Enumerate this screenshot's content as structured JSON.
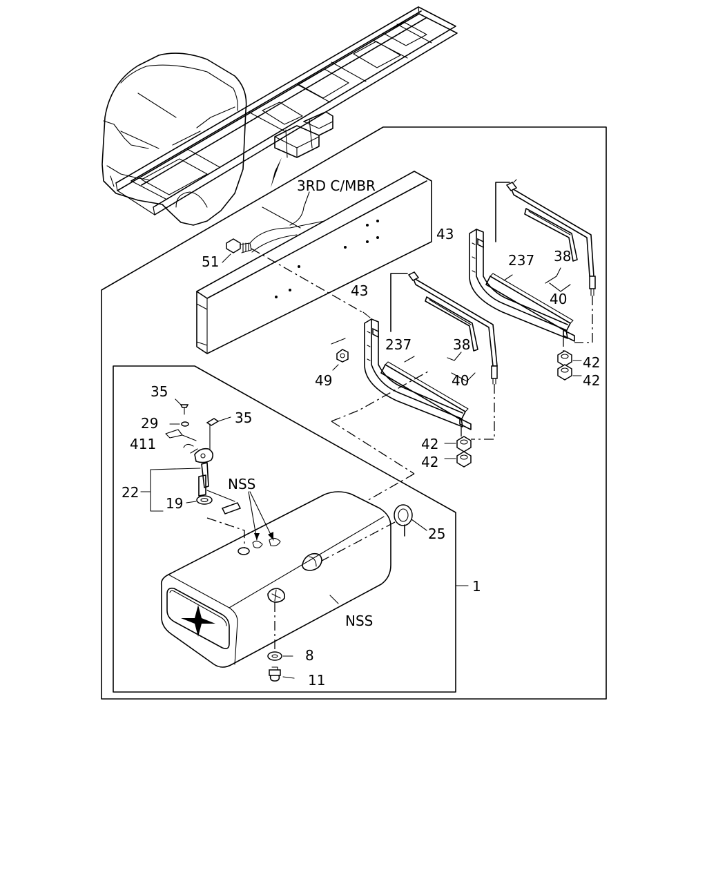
{
  "diagram": {
    "frame_label": "3RD C/MBR",
    "assembly_note": "NSS",
    "callouts": [
      {
        "key": "c51",
        "text": "51"
      },
      {
        "key": "c43a",
        "text": "43"
      },
      {
        "key": "c43b",
        "text": "43"
      },
      {
        "key": "c237a",
        "text": "237"
      },
      {
        "key": "c237b",
        "text": "237"
      },
      {
        "key": "c38a",
        "text": "38"
      },
      {
        "key": "c38b",
        "text": "38"
      },
      {
        "key": "c40a",
        "text": "40"
      },
      {
        "key": "c40b",
        "text": "40"
      },
      {
        "key": "c42a",
        "text": "42"
      },
      {
        "key": "c42b",
        "text": "42"
      },
      {
        "key": "c42c",
        "text": "42"
      },
      {
        "key": "c42d",
        "text": "42"
      },
      {
        "key": "c49",
        "text": "49"
      },
      {
        "key": "c35a",
        "text": "35"
      },
      {
        "key": "c35b",
        "text": "35"
      },
      {
        "key": "c29",
        "text": "29"
      },
      {
        "key": "c411",
        "text": "411"
      },
      {
        "key": "c22",
        "text": "22"
      },
      {
        "key": "c19",
        "text": "19"
      },
      {
        "key": "c25",
        "text": "25"
      },
      {
        "key": "c1",
        "text": "1"
      },
      {
        "key": "c8",
        "text": "8"
      },
      {
        "key": "c11",
        "text": "11"
      },
      {
        "key": "nss1",
        "text": "NSS"
      },
      {
        "key": "nss2",
        "text": "NSS"
      }
    ]
  }
}
